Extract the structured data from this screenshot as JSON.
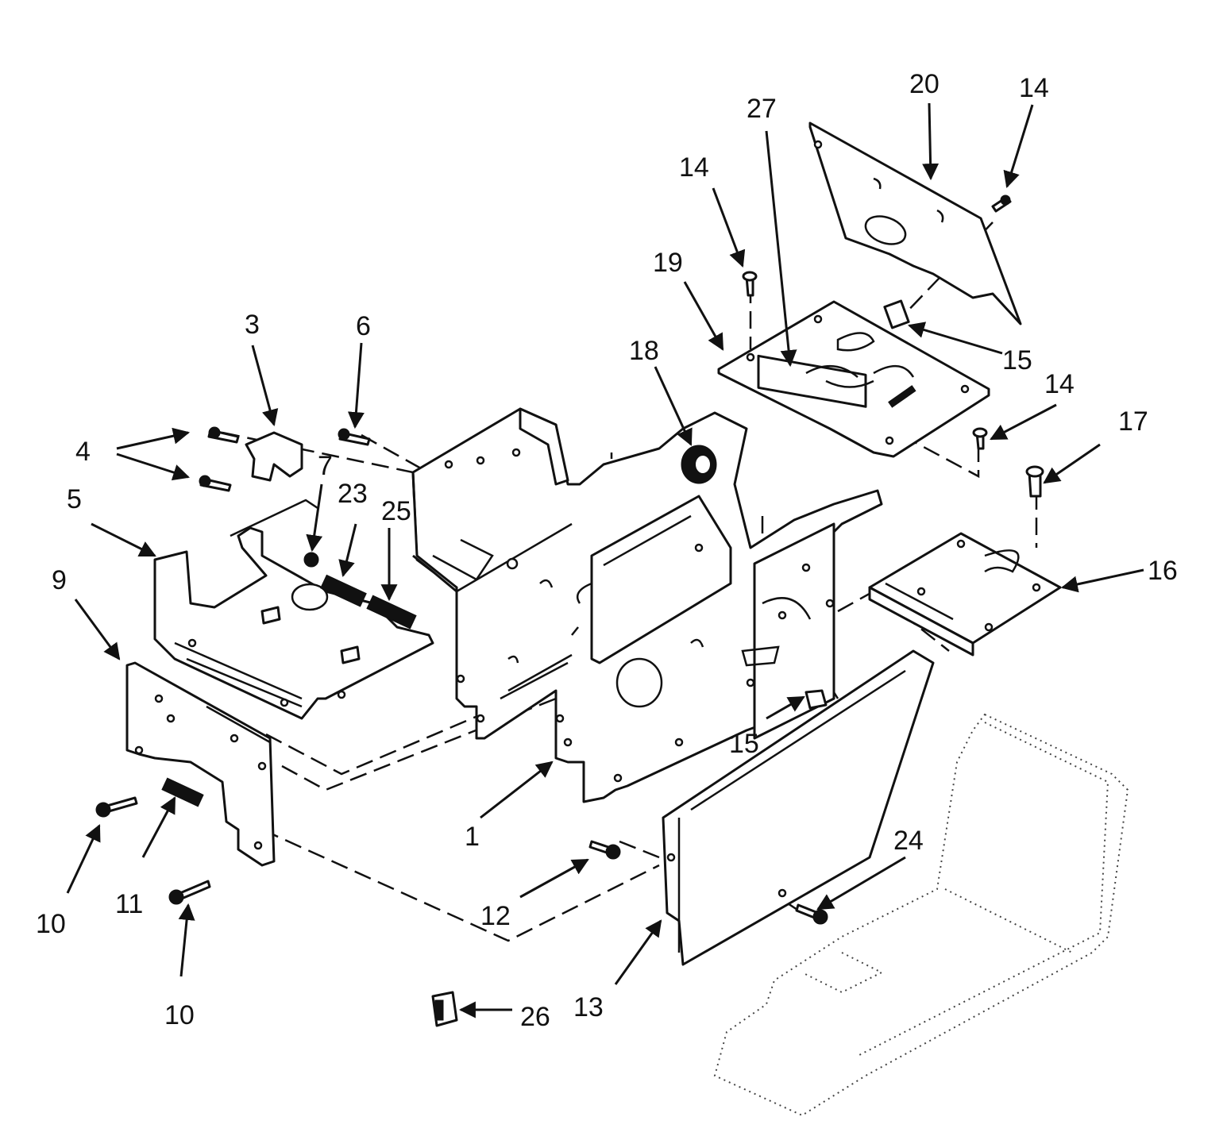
{
  "callouts": {
    "c1": "1",
    "c3": "3",
    "c4": "4",
    "c5": "5",
    "c6": "6",
    "c7": "7",
    "c9": "9",
    "c10a": "10",
    "c10b": "10",
    "c11": "11",
    "c12": "12",
    "c13": "13",
    "c14a": "14",
    "c14b": "14",
    "c14c": "14",
    "c15a": "15",
    "c15b": "15",
    "c16": "16",
    "c17": "17",
    "c18": "18",
    "c19": "19",
    "c20": "20",
    "c23": "23",
    "c24": "24",
    "c25": "25",
    "c26": "26",
    "c27": "27"
  }
}
